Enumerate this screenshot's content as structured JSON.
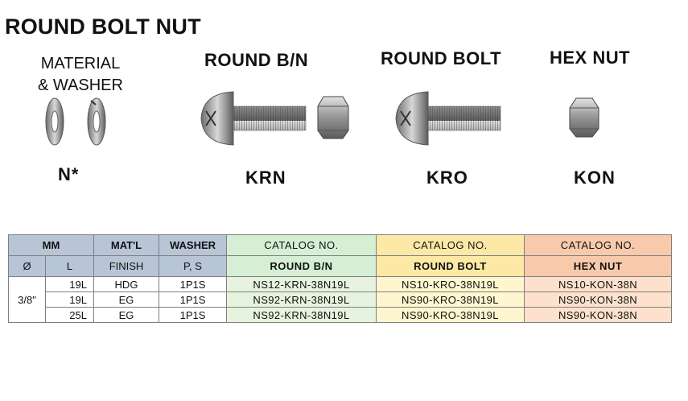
{
  "title": "ROUND BOLT NUT",
  "material_label_1": "MATERIAL",
  "material_label_2": "& WASHER",
  "material_code": "N*",
  "products": [
    {
      "header": "ROUND B/N",
      "code": "KRN"
    },
    {
      "header": "ROUND BOLT",
      "code": "KRO"
    },
    {
      "header": "HEX NUT",
      "code": "KON"
    }
  ],
  "table": {
    "mm": "MM",
    "dia": "Ø",
    "len": "L",
    "mat": "MAT'L",
    "finish": "FINISH",
    "washer": "WASHER",
    "ps": "P, S",
    "catalog": "CATALOG NO.",
    "col_round_bn": "ROUND B/N",
    "col_round_bolt": "ROUND BOLT",
    "col_hex_nut": "HEX NUT",
    "size": "3/8\"",
    "rows": [
      {
        "len": "19L",
        "finish": "HDG",
        "washer": "1P1S",
        "krn": "NS12-KRN-38N19L",
        "kro": "NS10-KRO-38N19L",
        "kon": "NS10-KON-38N"
      },
      {
        "len": "19L",
        "finish": "EG",
        "washer": "1P1S",
        "krn": "NS92-KRN-38N19L",
        "kro": "NS90-KRO-38N19L",
        "kon": "NS90-KON-38N"
      },
      {
        "len": "25L",
        "finish": "EG",
        "washer": "1P1S",
        "krn": "NS92-KRN-38N19L",
        "kro": "NS90-KRO-38N19L",
        "kon": "NS90-KON-38N"
      }
    ]
  }
}
